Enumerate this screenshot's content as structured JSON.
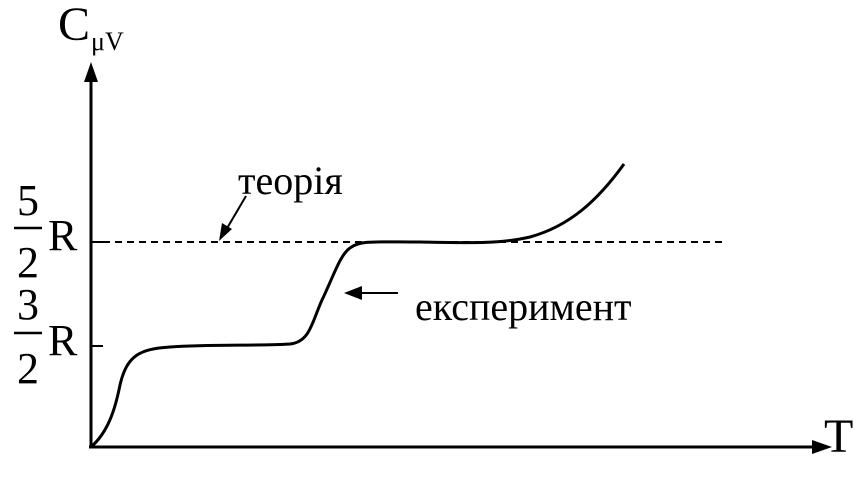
{
  "axes": {
    "y_label_main": "C",
    "y_label_sub": "μV",
    "x_label": "T"
  },
  "levels": {
    "upper": {
      "numerator": "5",
      "denominator": "2",
      "symbol": "R"
    },
    "lower": {
      "numerator": "3",
      "denominator": "2",
      "symbol": "R"
    }
  },
  "annotations": {
    "theory": "теорія",
    "experiment": "експеримент"
  },
  "colors": {
    "ink": "#000000",
    "background": "#ffffff"
  }
}
